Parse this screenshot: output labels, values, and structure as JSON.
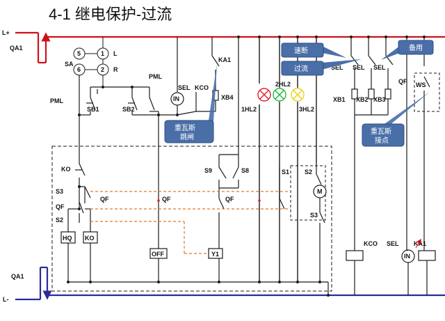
{
  "title": "4-1   继电保护-过流",
  "colors": {
    "bus_positive": "#d0101a",
    "bus_negative": "#2a2a9a",
    "wire": "#1a1a1a",
    "trip_path": "#e07828",
    "callout_fill": "#4a6fa8",
    "lamp_red": "#e0202a",
    "lamp_green": "#22b83a",
    "lamp_yellow": "#e8d21a"
  },
  "bus": {
    "positive": "L+",
    "negative": "L-"
  },
  "breaker": "QA1",
  "labels": {
    "sa": "SA",
    "pos5": "5",
    "pos1": "1",
    "pos6": "6",
    "pos2": "2",
    "l": "L",
    "r": "R",
    "pml_left": "PML",
    "pml_top": "PML",
    "sb1": "SB1",
    "sb2": "SB2",
    "sel_in": "SEL",
    "in": "IN",
    "kco_top": "KCO",
    "ka1_top": "KA1",
    "xb4": "XB4",
    "hl1": "1HL2",
    "hl2": "2HL2",
    "hl3": "3HL2",
    "sel1": "SEL",
    "sel2": "SEL",
    "sel3": "SEL",
    "xb1": "XB1",
    "xb2": "XB2",
    "xb3": "XB3",
    "qf_top": "QF",
    "ws": "WS",
    "ko": "KO",
    "s3": "S3",
    "qf_l": "QF",
    "s2": "S2",
    "hq": "HQ",
    "ko_coil": "KO",
    "qf_mid": "QF",
    "off": "OFF",
    "s9": "S9",
    "s8": "S8",
    "qf_r": "QF",
    "y1": "Y1",
    "s1": "S1",
    "s2_right": "S2",
    "m": "M",
    "s3_right": "S3",
    "kco_bot": "KCO",
    "sel_bot": "SEL",
    "in_bot": "IN",
    "ka1_bot": "KA1"
  },
  "callouts": {
    "gas_trip": [
      "重瓦斯",
      "跳闸"
    ],
    "quick_break": "速断",
    "overcurrent": "过流",
    "spare": "备用",
    "gas_contact": [
      "重瓦斯",
      "接点"
    ]
  }
}
